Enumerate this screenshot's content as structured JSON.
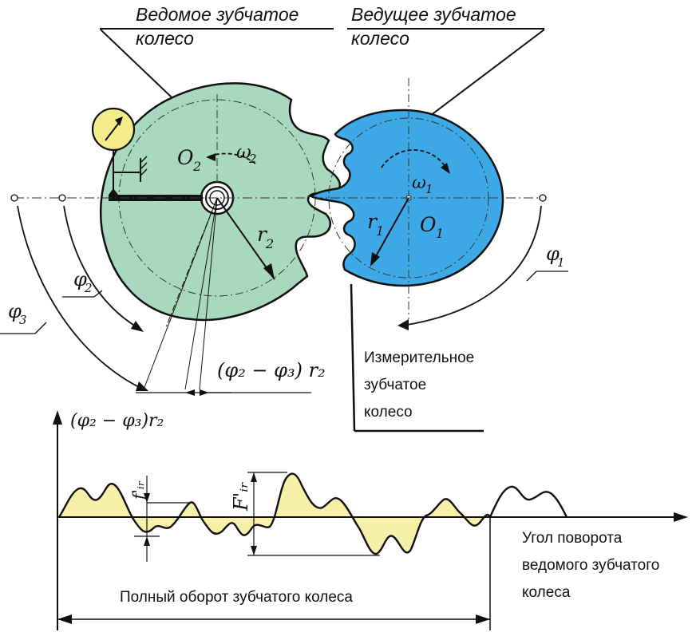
{
  "labels": {
    "driven_gear_line1": "Ведомое зубчатое",
    "driven_gear_line2": "колесо",
    "driving_gear_line1": "Ведущее зубчатое",
    "driving_gear_line2": "колесо",
    "measuring_gear_line1": "Измерительное",
    "measuring_gear_line2": "зубчатое",
    "measuring_gear_line3": "колесо",
    "angle_line1": "Угол поворота",
    "angle_line2": "ведомого зубчатого",
    "angle_line3": "колеса",
    "full_turn": "Полный оборот зубчатого колеса"
  },
  "symbols": {
    "o2": "O",
    "o2_sub": "2",
    "o1": "O",
    "o1_sub": "1",
    "omega2": "ω",
    "omega2_sub": "2",
    "omega1": "ω",
    "omega1_sub": "1",
    "r2": "r",
    "r2_sub": "2",
    "r1": "r",
    "r1_sub": "1",
    "phi1": "φ",
    "phi1_sub": "1",
    "phi2": "φ",
    "phi2_sub": "2",
    "phi3": "φ",
    "phi3_sub": "3",
    "diff_expr_upper": "(φ₂ − φ₃) r₂",
    "diff_expr_axis": "(φ₂ − φ₃)r₂",
    "f_small": "f'ᵢᵣ",
    "f_big": "F'ᵢᵣ"
  },
  "colors": {
    "driven_gear": "#a8d8bd",
    "driving_gear": "#3fa9e8",
    "gauge": "#f4ec8a",
    "error_fill": "#f7f0a8",
    "ink": "#111111"
  }
}
